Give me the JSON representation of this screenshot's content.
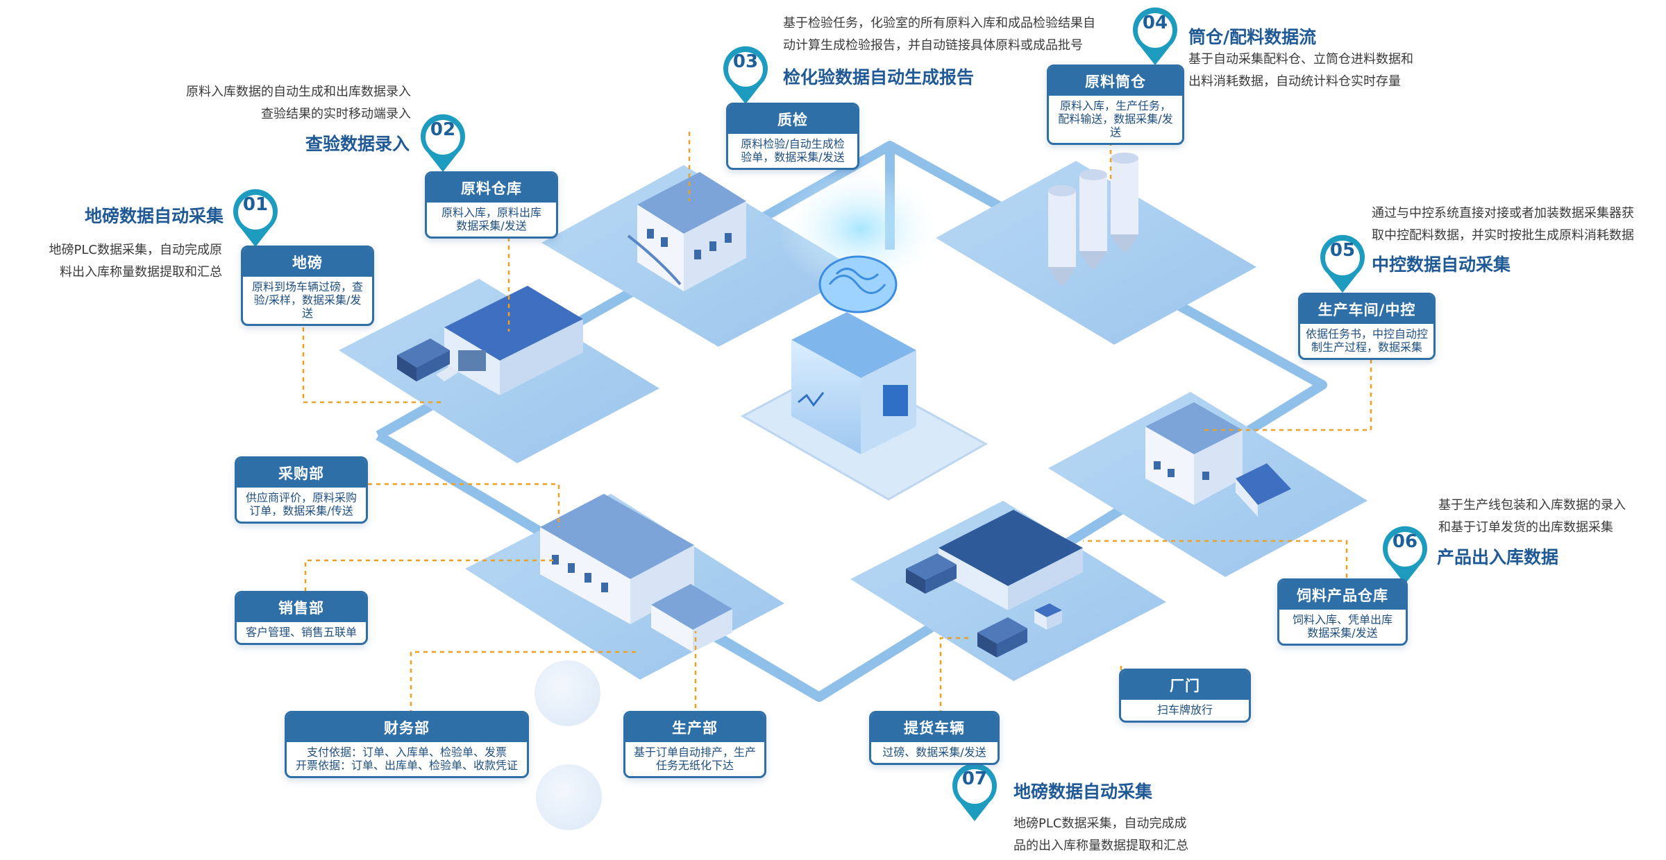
{
  "colors": {
    "platform": "#a7cdee",
    "road": "#8fc0ea",
    "accent": "#2f6fa8",
    "heading": "#205a96",
    "pin": "#1d9cc0",
    "dashed": "#f0a020"
  },
  "sections": [
    {
      "num": "01",
      "heading": "地磅数据自动采集",
      "desc": [
        "地磅PLC数据采集，自动完成原",
        "料出入库称量数据提取和汇总"
      ]
    },
    {
      "num": "02",
      "heading": "查验数据录入",
      "desc": [
        "原料入库数据的自动生成和出库数据录入",
        "查验结果的实时移动端录入"
      ]
    },
    {
      "num": "03",
      "heading": "检化验数据自动生成报告",
      "desc": [
        "基于检验任务，化验室的所有原料入库和成品检验结果自",
        "动计算生成检验报告，并自动链接具体原料或成品批号"
      ]
    },
    {
      "num": "04",
      "heading": "筒仓/配料数据流",
      "desc": [
        "基于自动采集配料仓、立筒仓进料数据和",
        "出料消耗数据，自动统计料仓实时存量"
      ]
    },
    {
      "num": "05",
      "heading": "中控数据自动采集",
      "desc": [
        "通过与中控系统直接对接或者加装数据采集器获",
        "取中控配料数据，并实时按批生成原料消耗数据"
      ]
    },
    {
      "num": "06",
      "heading": "产品出入库数据",
      "desc": [
        "基于生产线包装和入库数据的录入",
        "和基于订单发货的出库数据采集"
      ]
    },
    {
      "num": "07",
      "heading": "地磅数据自动采集",
      "desc": [
        "地磅PLC数据采集，自动完成成",
        "品的出入库称量数据提取和汇总"
      ]
    }
  ],
  "boxes": [
    {
      "title": "地磅",
      "body": [
        "原料到场车辆过磅，查",
        "验/采样，数据采集/发送"
      ]
    },
    {
      "title": "原料仓库",
      "body": [
        "原料入库，原料出库",
        "数据采集/发送"
      ]
    },
    {
      "title": "质检",
      "body": [
        "原料检验/自动生成检",
        "验单，数据采集/发送"
      ]
    },
    {
      "title": "原料筒仓",
      "body": [
        "原料入库，生产任务，",
        "配料输送，数据采集/发送"
      ]
    },
    {
      "title": "生产车间/中控",
      "body": [
        "依据任务书，中控自动控",
        "制生产过程，数据采集"
      ]
    },
    {
      "title": "饲料产品仓库",
      "body": [
        "饲料入库、凭单出库",
        "数据采集/发送"
      ]
    },
    {
      "title": "厂门",
      "body": [
        "扫车牌放行"
      ]
    },
    {
      "title": "提货车辆",
      "body": [
        "过磅、数据采集/发送"
      ]
    },
    {
      "title": "生产部",
      "body": [
        "基于订单自动排产，生产",
        "任务无纸化下达"
      ]
    },
    {
      "title": "财务部",
      "body": [
        "支付依据：订单、入库单、检验单、发票",
        "开票依据：订单、出库单、检验单、收款凭证"
      ]
    },
    {
      "title": "销售部",
      "body": [
        "客户管理、销售五联单"
      ]
    },
    {
      "title": "采购部",
      "body": [
        "供应商评价，原料采购",
        "订单，数据采集/传送"
      ]
    }
  ]
}
